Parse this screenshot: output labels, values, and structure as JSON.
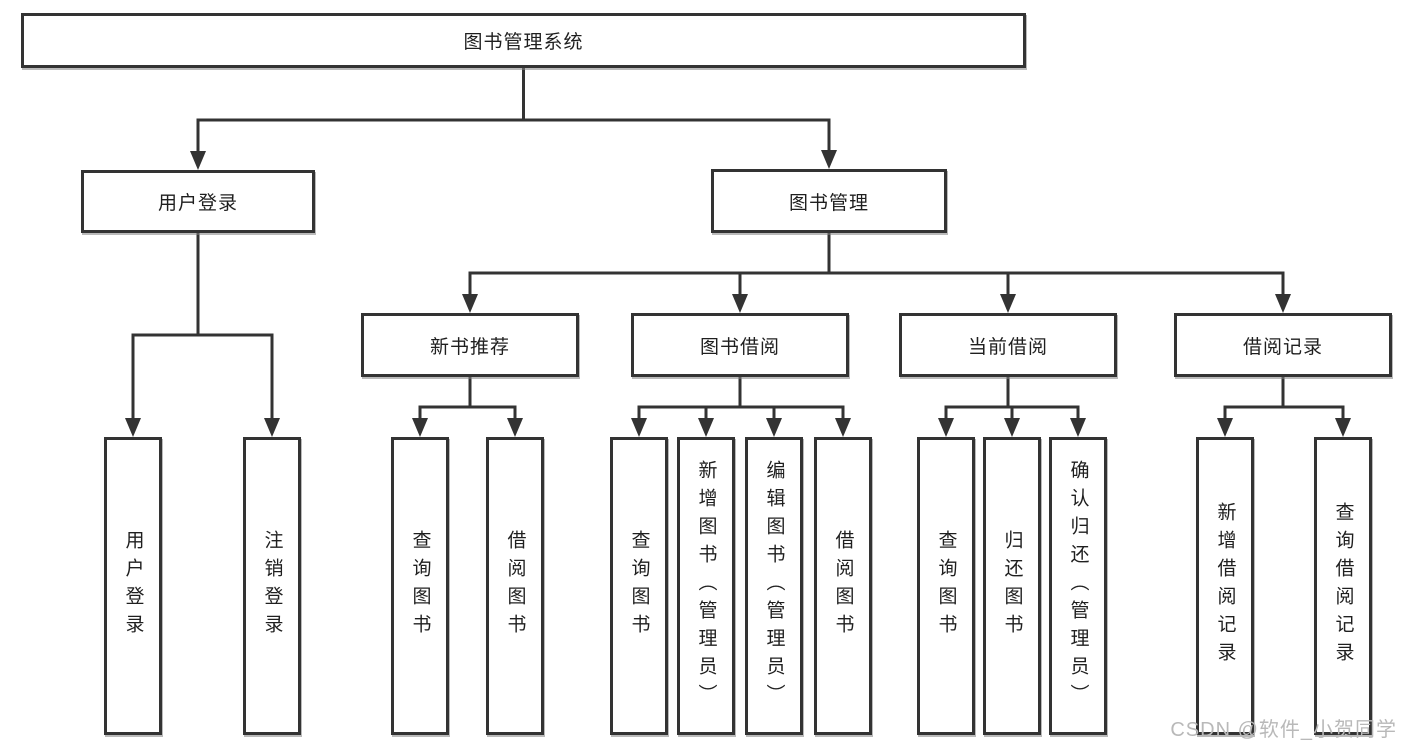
{
  "diagram": {
    "title": "图书管理系统",
    "nodes": [
      {
        "id": "root",
        "label": "图书管理系统",
        "parent": null
      },
      {
        "id": "user-login",
        "label": "用户登录",
        "parent": "root"
      },
      {
        "id": "book-mgmt",
        "label": "图书管理",
        "parent": "root"
      },
      {
        "id": "new-book-rec",
        "label": "新书推荐",
        "parent": "book-mgmt"
      },
      {
        "id": "book-borrow",
        "label": "图书借阅",
        "parent": "book-mgmt"
      },
      {
        "id": "current-borrow",
        "label": "当前借阅",
        "parent": "book-mgmt"
      },
      {
        "id": "borrow-records",
        "label": "借阅记录",
        "parent": "book-mgmt"
      },
      {
        "id": "leaf-user-login",
        "label": "用户登录",
        "parent": "user-login"
      },
      {
        "id": "leaf-logout",
        "label": "注销登录",
        "parent": "user-login"
      },
      {
        "id": "leaf-query-book-1",
        "label": "查询图书",
        "parent": "new-book-rec"
      },
      {
        "id": "leaf-borrow-book-1",
        "label": "借阅图书",
        "parent": "new-book-rec"
      },
      {
        "id": "leaf-query-book-2",
        "label": "查询图书",
        "parent": "book-borrow"
      },
      {
        "id": "leaf-add-book",
        "label": "新增图书（管理员）",
        "parent": "book-borrow"
      },
      {
        "id": "leaf-edit-book",
        "label": "编辑图书（管理员）",
        "parent": "book-borrow"
      },
      {
        "id": "leaf-borrow-book-2",
        "label": "借阅图书",
        "parent": "book-borrow"
      },
      {
        "id": "leaf-query-book-3",
        "label": "查询图书",
        "parent": "current-borrow"
      },
      {
        "id": "leaf-return-book",
        "label": "归还图书",
        "parent": "current-borrow"
      },
      {
        "id": "leaf-confirm-return",
        "label": "确认归还（管理员）",
        "parent": "current-borrow"
      },
      {
        "id": "leaf-add-borrow-record",
        "label": "新增借阅记录",
        "parent": "borrow-records"
      },
      {
        "id": "leaf-query-borrow-record",
        "label": "查询借阅记录",
        "parent": "borrow-records"
      }
    ]
  },
  "watermark": {
    "text": "CSDN @软件_小贺同学"
  },
  "colors": {
    "line": "#333333",
    "text": "#1f1f1f",
    "background": "#ffffff",
    "watermark": "#b9b9b9"
  }
}
